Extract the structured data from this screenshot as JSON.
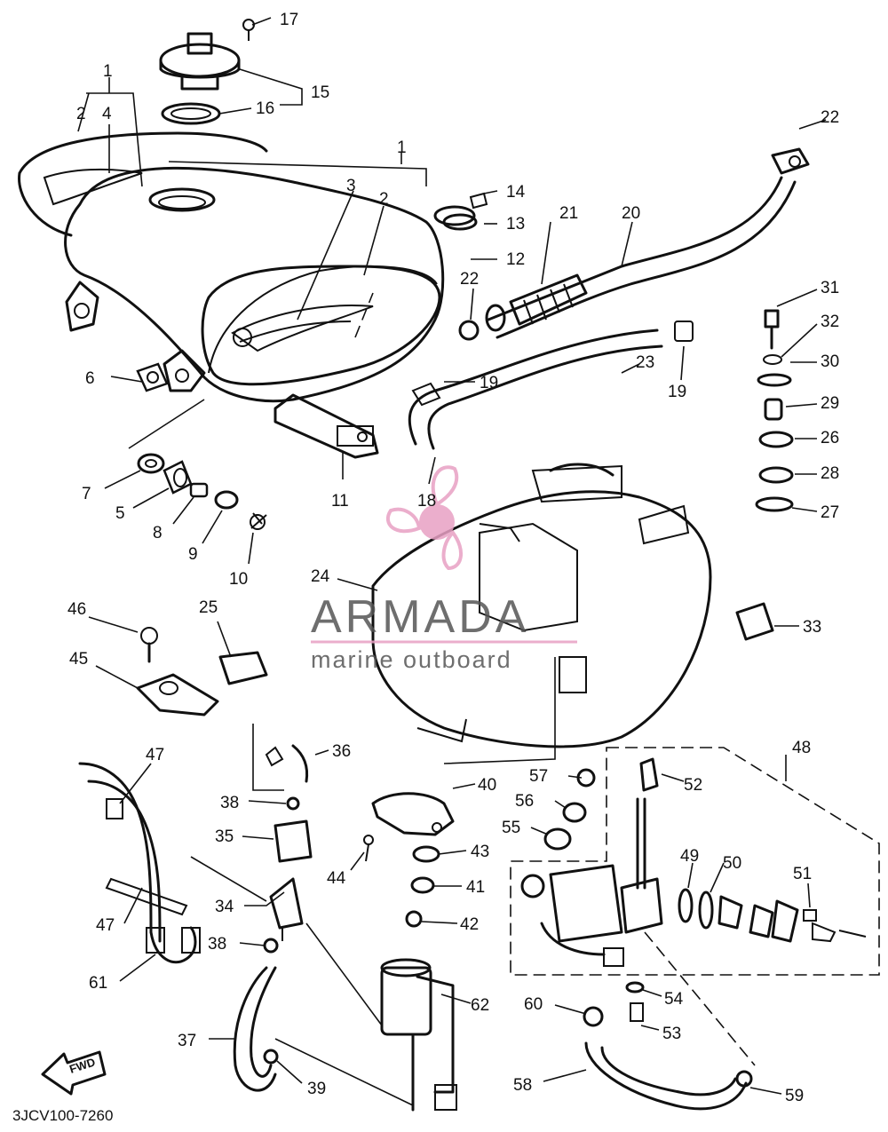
{
  "diagram_code": "3JCV100-7260",
  "fwd_label": "FWD",
  "watermark": {
    "brand": "ARMADA",
    "tagline": "marine outboard",
    "color": "#e8a0c4"
  },
  "callouts": {
    "1a": "1",
    "2a": "2",
    "4": "4",
    "17": "17",
    "15": "15",
    "16": "16",
    "22a": "22",
    "1b": "1",
    "3": "3",
    "2b": "2",
    "14": "14",
    "13": "13",
    "21": "21",
    "20": "20",
    "12": "12",
    "22b": "22",
    "31": "31",
    "32": "32",
    "19a": "19",
    "23": "23",
    "19b": "19",
    "30": "30",
    "29": "29",
    "6": "6",
    "26": "26",
    "28": "28",
    "7": "7",
    "11": "11",
    "18": "18",
    "27": "27",
    "5": "5",
    "8": "8",
    "9": "9",
    "10": "10",
    "24": "24",
    "46": "46",
    "25": "25",
    "33": "33",
    "45": "45",
    "36": "36",
    "47a": "47",
    "48": "48",
    "57": "57",
    "52": "52",
    "38a": "38",
    "40": "40",
    "56": "56",
    "55": "55",
    "35": "35",
    "49": "49",
    "50": "50",
    "43": "43",
    "44": "44",
    "51": "51",
    "41": "41",
    "34": "34",
    "47b": "47",
    "42": "42",
    "38b": "38",
    "61": "61",
    "54": "54",
    "62": "62",
    "60": "60",
    "53": "53",
    "37": "37",
    "58": "58",
    "39": "39",
    "59": "59"
  }
}
